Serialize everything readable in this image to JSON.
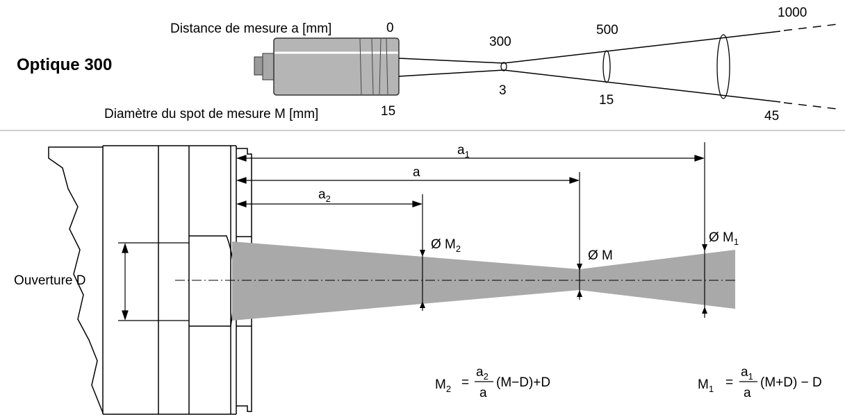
{
  "top": {
    "title": "Optique 300",
    "distance_label": "Distance de mesure a [mm]",
    "spot_label": "Diamètre du spot de mesure M [mm]",
    "distances": [
      "0",
      "300",
      "500",
      "1000"
    ],
    "spots": [
      "15",
      "3",
      "15",
      "45"
    ]
  },
  "bottom": {
    "a1": "a",
    "a1_sub": "1",
    "a": "a",
    "a2": "a",
    "a2_sub": "2",
    "m2_label": "Ø M",
    "m2_sub": "2",
    "m_label": "Ø M",
    "m1_label": "Ø M",
    "m1_sub": "1",
    "aperture_label": "Ouverture D"
  },
  "formulas": {
    "f2_lhs": "M",
    "f2_lhs_sub": "2",
    "f2_num": "a",
    "f2_num_sub": "2",
    "f2_den": "a",
    "f2_rest": "(M−D)+D",
    "f1_lhs": "M",
    "f1_lhs_sub": "1",
    "f1_num": "a",
    "f1_num_sub": "1",
    "f1_den": "a",
    "f1_rest": "(M+D) − D"
  }
}
